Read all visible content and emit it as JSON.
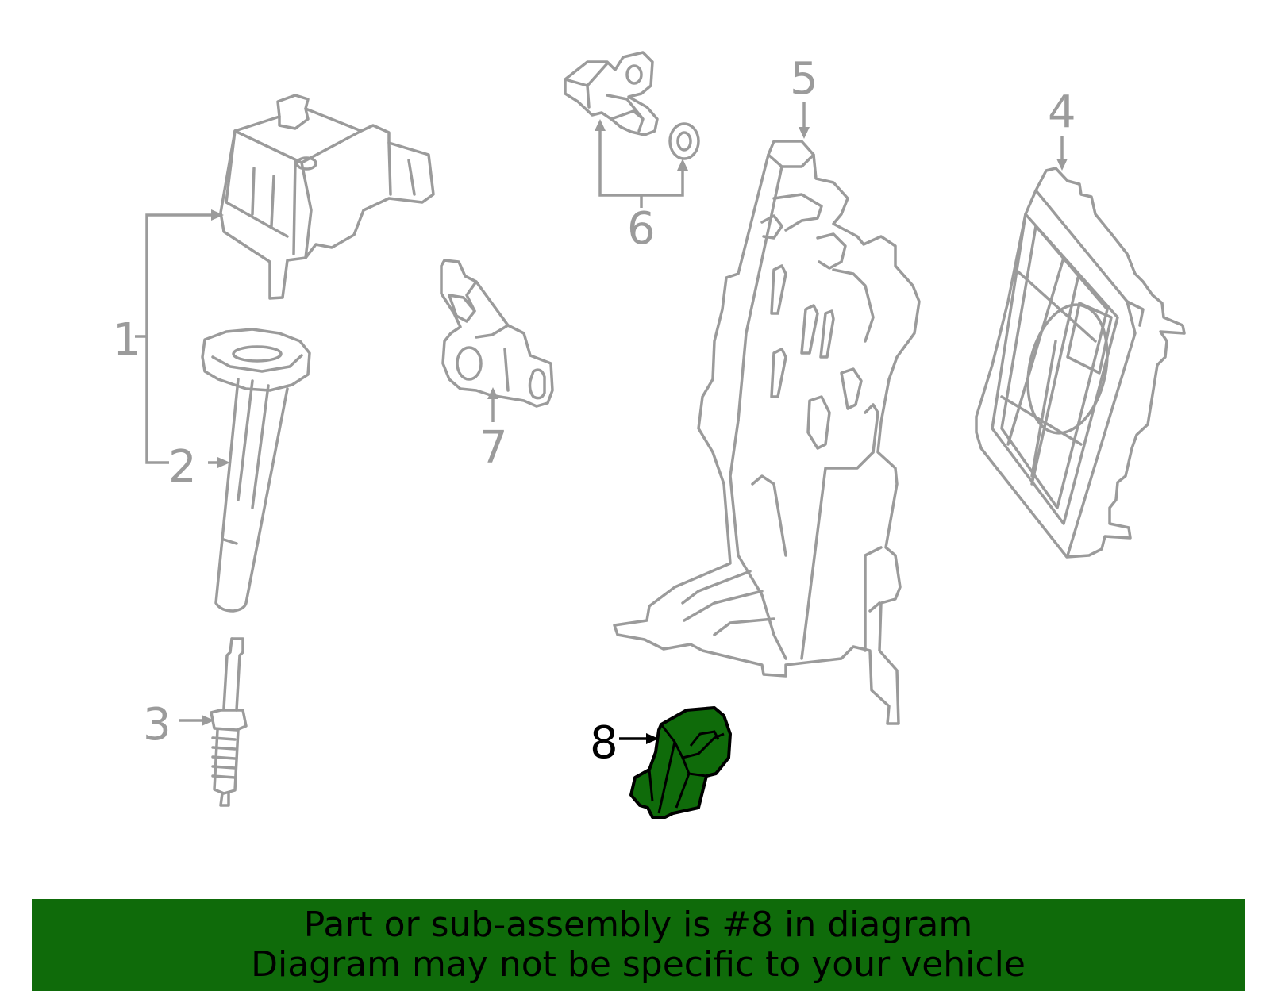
{
  "callouts": {
    "c1": "1",
    "c2": "2",
    "c3": "3",
    "c4": "4",
    "c5": "5",
    "c6": "6",
    "c7": "7",
    "c8": "8"
  },
  "highlight": {
    "part_number": "8",
    "color": "#0f6b0a"
  },
  "banner": {
    "line1": "Part or sub-assembly is #8 in diagram",
    "line2": "Diagram may not be specific to your vehicle",
    "color": "#0f6b0a"
  },
  "colors": {
    "linework": "#9b9b9b",
    "background": "#ffffff"
  }
}
